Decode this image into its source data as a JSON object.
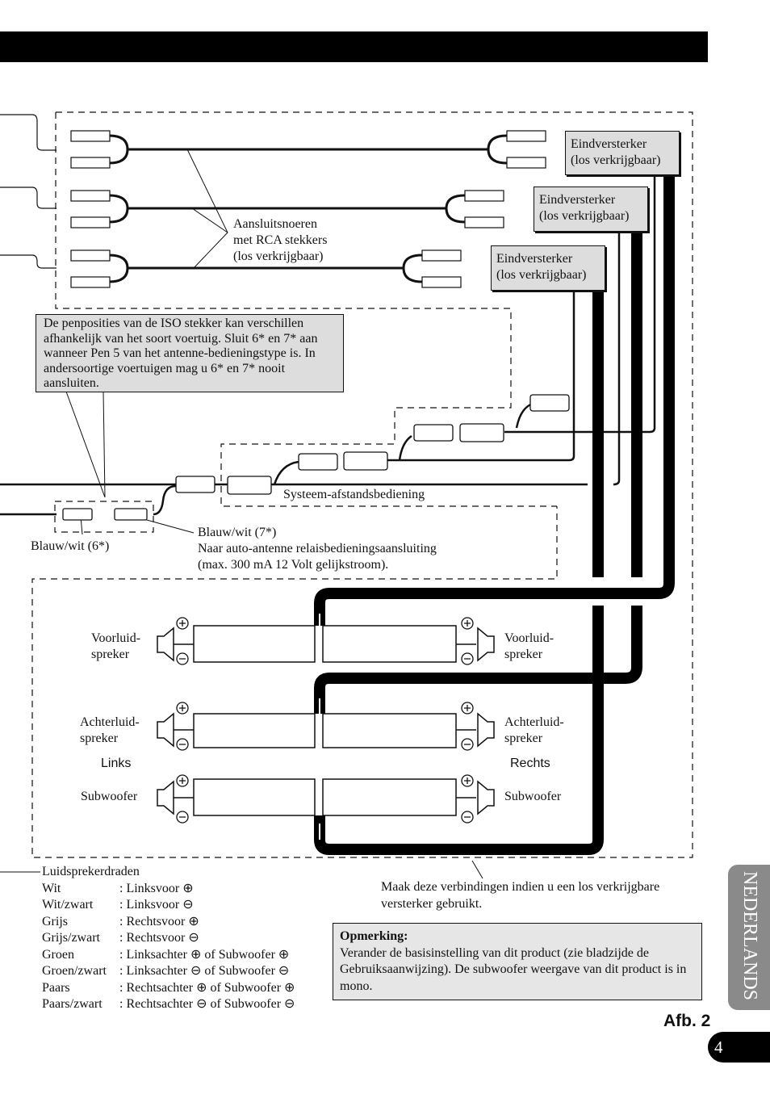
{
  "header": {
    "bar": "black"
  },
  "amplifiers": [
    {
      "line1": "Eindversterker",
      "line2": "(los verkrijgbaar)"
    },
    {
      "line1": "Eindversterker",
      "line2": "(los verkrijgbaar)"
    },
    {
      "line1": "Eindversterker",
      "line2": "(los verkrijgbaar)"
    }
  ],
  "rca_label": [
    "Aansluitsnoeren",
    "met RCA stekkers",
    "(los verkrijgbaar)"
  ],
  "iso_note": "De penposities van de ISO stekker kan verschillen afhankelijk van het soort voertuig. Sluit 6* en 7* aan wanneer Pen 5 van het antenne-bedieningstype is. In andersoortige voertuigen mag u 6* en 7* nooit aansluiten.",
  "remote_label": "Systeem-afstandsbediening",
  "blue_white_6": "Blauw/wit (6*)",
  "blue_white_7": [
    "Blauw/wit (7*)",
    "Naar auto-antenne relaisbedieningsaansluiting",
    "(max. 300 mA 12 Volt gelijkstroom)."
  ],
  "speakers": {
    "front_left": [
      "Voorluid-",
      "spreker"
    ],
    "front_right": [
      "Voorluid-",
      "spreker"
    ],
    "rear_left": [
      "Achterluid-",
      "spreker"
    ],
    "rear_right": [
      "Achterluid-",
      "spreker"
    ],
    "left": "Links",
    "right": "Rechts",
    "sub_left": "Subwoofer",
    "sub_right": "Subwoofer"
  },
  "legend": {
    "title": "Luidsprekerdraden",
    "rows": [
      {
        "color": "Wit",
        "desc": ": Linksvoor ⊕"
      },
      {
        "color": "Wit/zwart",
        "desc": ": Linksvoor ⊖"
      },
      {
        "color": "Grijs",
        "desc": ": Rechtsvoor ⊕"
      },
      {
        "color": "Grijs/zwart",
        "desc": ": Rechtsvoor ⊖"
      },
      {
        "color": "Groen",
        "desc": ": Linksachter ⊕ of Subwoofer ⊕"
      },
      {
        "color": "Groen/zwart",
        "desc": ": Linksachter ⊖ of Subwoofer ⊖"
      },
      {
        "color": "Paars",
        "desc": ": Rechtsachter ⊕ of Subwoofer ⊕"
      },
      {
        "color": "Paars/zwart",
        "desc": ": Rechtsachter ⊖ of Subwoofer ⊖"
      }
    ]
  },
  "amp_note": "Maak deze verbindingen indien u een los verkrijgbare versterker gebruikt.",
  "remark": {
    "title": "Opmerking:",
    "text": "Verander de basisinstelling van dit product (zie bladzijde de Gebruiksaanwijzing). De subwoofer weergave van dit product is in mono."
  },
  "language_tab": "NEDERLANDS",
  "figure_label": "Afb. 2",
  "page_number": "4"
}
